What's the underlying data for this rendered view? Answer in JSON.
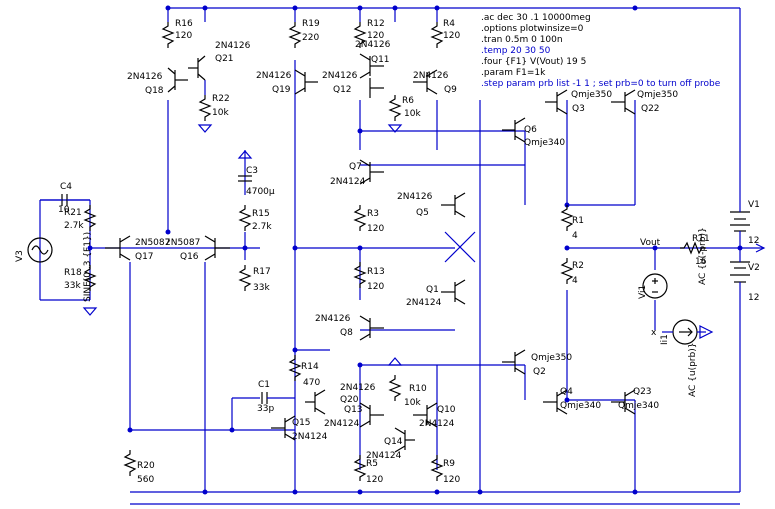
{
  "directives": [
    {
      "text": ".ac dec 30 .1 10000meg",
      "blue": false
    },
    {
      "text": ".options plotwinsize=0",
      "blue": false
    },
    {
      "text": ".tran 0.5m 0 100n",
      "blue": false
    },
    {
      "text": ".temp 20 30 50",
      "blue": true
    },
    {
      "text": ".four {F1} V(Vout) 19 5",
      "blue": false
    },
    {
      "text": ".param F1=1k",
      "blue": false
    },
    {
      "text": ".step param prb list -1 1 ; set prb=0 to turn off probe",
      "blue": true
    }
  ],
  "transistors": [
    {
      "id": "q21",
      "name": "Q21",
      "model": "2N4126"
    },
    {
      "id": "q18",
      "name": "Q18",
      "model": "2N4126"
    },
    {
      "id": "q19",
      "name": "Q19",
      "model": "2N4126"
    },
    {
      "id": "q11",
      "name": "Q11",
      "model": "2N4126"
    },
    {
      "id": "q12",
      "name": "Q12",
      "model": "2N4126"
    },
    {
      "id": "q9",
      "name": "Q9",
      "model": "2N4126"
    },
    {
      "id": "q3",
      "name": "Q3",
      "model": "Qmje350"
    },
    {
      "id": "q22",
      "name": "Q22",
      "model": "Qmje350"
    },
    {
      "id": "q6",
      "name": "Q6",
      "model": "Qmje340"
    },
    {
      "id": "q7",
      "name": "Q7",
      "model": "2N4124"
    },
    {
      "id": "q5",
      "name": "Q5",
      "model": "2N4126"
    },
    {
      "id": "q17",
      "name": "Q17",
      "model": "2N5087"
    },
    {
      "id": "q16",
      "name": "Q16",
      "model": "2N5087"
    },
    {
      "id": "q1",
      "name": "Q1",
      "model": "2N4124"
    },
    {
      "id": "q8",
      "name": "Q8",
      "model": "2N4126"
    },
    {
      "id": "q2",
      "name": "Q2",
      "model": "Qmje350"
    },
    {
      "id": "q4",
      "name": "Q4",
      "model": "Qmje340"
    },
    {
      "id": "q23",
      "name": "Q23",
      "model": "Qmje340"
    },
    {
      "id": "q15",
      "name": "Q15",
      "model": "2N4124"
    },
    {
      "id": "q20",
      "name": "Q20",
      "model": "2N4126"
    },
    {
      "id": "q13",
      "name": "Q13",
      "model": "2N4124"
    },
    {
      "id": "q14",
      "name": "Q14",
      "model": "2N4124"
    },
    {
      "id": "q10",
      "name": "Q10",
      "model": "2N4124"
    }
  ],
  "resistors": [
    {
      "id": "r16",
      "name": "R16",
      "value": "120"
    },
    {
      "id": "r22",
      "name": "R22",
      "value": "10k"
    },
    {
      "id": "r19",
      "name": "R19",
      "value": "220"
    },
    {
      "id": "r12",
      "name": "R12",
      "value": "120"
    },
    {
      "id": "r4",
      "name": "R4",
      "value": "120"
    },
    {
      "id": "r6",
      "name": "R6",
      "value": "10k"
    },
    {
      "id": "r21",
      "name": "R21",
      "value": "2.7k"
    },
    {
      "id": "r18",
      "name": "R18",
      "value": "33k"
    },
    {
      "id": "r15",
      "name": "R15",
      "value": "2.7k"
    },
    {
      "id": "r17",
      "name": "R17",
      "value": "33k"
    },
    {
      "id": "r3",
      "name": "R3",
      "value": "120"
    },
    {
      "id": "r13",
      "name": "R13",
      "value": "120"
    },
    {
      "id": "r1",
      "name": "R1",
      "value": "4"
    },
    {
      "id": "r2",
      "name": "R2",
      "value": "4"
    },
    {
      "id": "r11",
      "name": "R11",
      "value": "16"
    },
    {
      "id": "r14",
      "name": "R14",
      "value": "470"
    },
    {
      "id": "r10",
      "name": "R10",
      "value": "10k"
    },
    {
      "id": "r20",
      "name": "R20",
      "value": "560"
    },
    {
      "id": "r5",
      "name": "R5",
      "value": "120"
    },
    {
      "id": "r9",
      "name": "R9",
      "value": "120"
    }
  ],
  "capacitors": [
    {
      "id": "c4",
      "name": "C4",
      "value": "10"
    },
    {
      "id": "c3",
      "name": "C3",
      "value": "4700µ"
    },
    {
      "id": "c1",
      "name": "C1",
      "value": "33p"
    }
  ],
  "sources": {
    "v3": {
      "name": "V3",
      "value": "SINE(0 .3 {F1})"
    },
    "v1": {
      "name": "V1",
      "value": "12"
    },
    "v2": {
      "name": "V2",
      "value": "12"
    },
    "vi1": {
      "name": "Vi1",
      "value": ""
    },
    "ii1": {
      "name": "Ii1",
      "value": "AC {u(prb)}"
    },
    "vac": {
      "value": "AC {u(-prb)}"
    }
  },
  "nets": {
    "vout": "Vout",
    "x": "x"
  }
}
